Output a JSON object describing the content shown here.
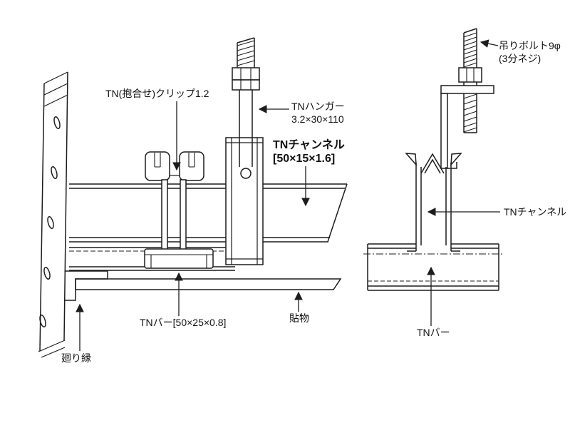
{
  "labels": {
    "clip": "TN(抱合せ)クリップ1.2",
    "hanger_1": "TNハンガー",
    "hanger_2": "3.2×30×110",
    "channel_spec_1": "TNチャンネル",
    "channel_spec_2": "[50×15×1.6]",
    "bolt_1": "吊りボルト9φ",
    "bolt_2": "(3分ネジ)",
    "channel_right": "TNチャンネル",
    "bar_spec": "TNバー[50×25×0.8]",
    "board": "貼物",
    "bar_right": "TNバー",
    "molding": "廻り縁"
  },
  "colors": {
    "line": "#1c1c1c",
    "text": "#111111",
    "background": "#ffffff"
  }
}
